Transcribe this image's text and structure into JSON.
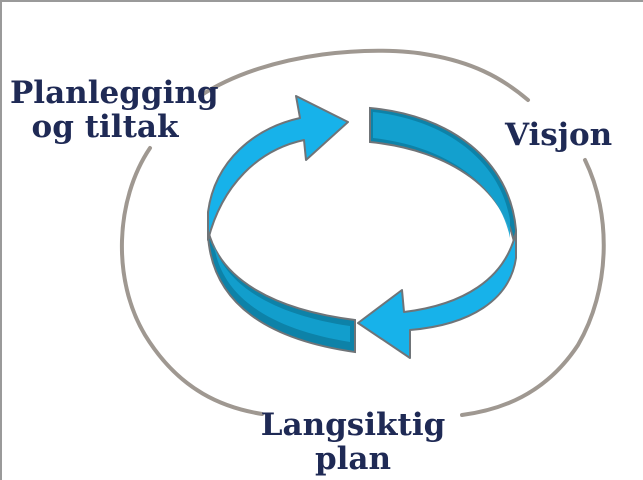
{
  "diagram": {
    "labels": {
      "planning": {
        "line1": "Planlegging",
        "line2": "og tiltak"
      },
      "vision": "Visjon",
      "long_term_plan": {
        "line1": "Langsiktig",
        "line2": "plan"
      }
    },
    "colors": {
      "text": "#1f2a55",
      "outer_ring": "#9f9891",
      "arrow_light": "#17b2ea",
      "arrow_mid": "#0f9ccc",
      "arrow_dark": "#0d82a8",
      "arrow_outline": "#6f7478"
    }
  }
}
